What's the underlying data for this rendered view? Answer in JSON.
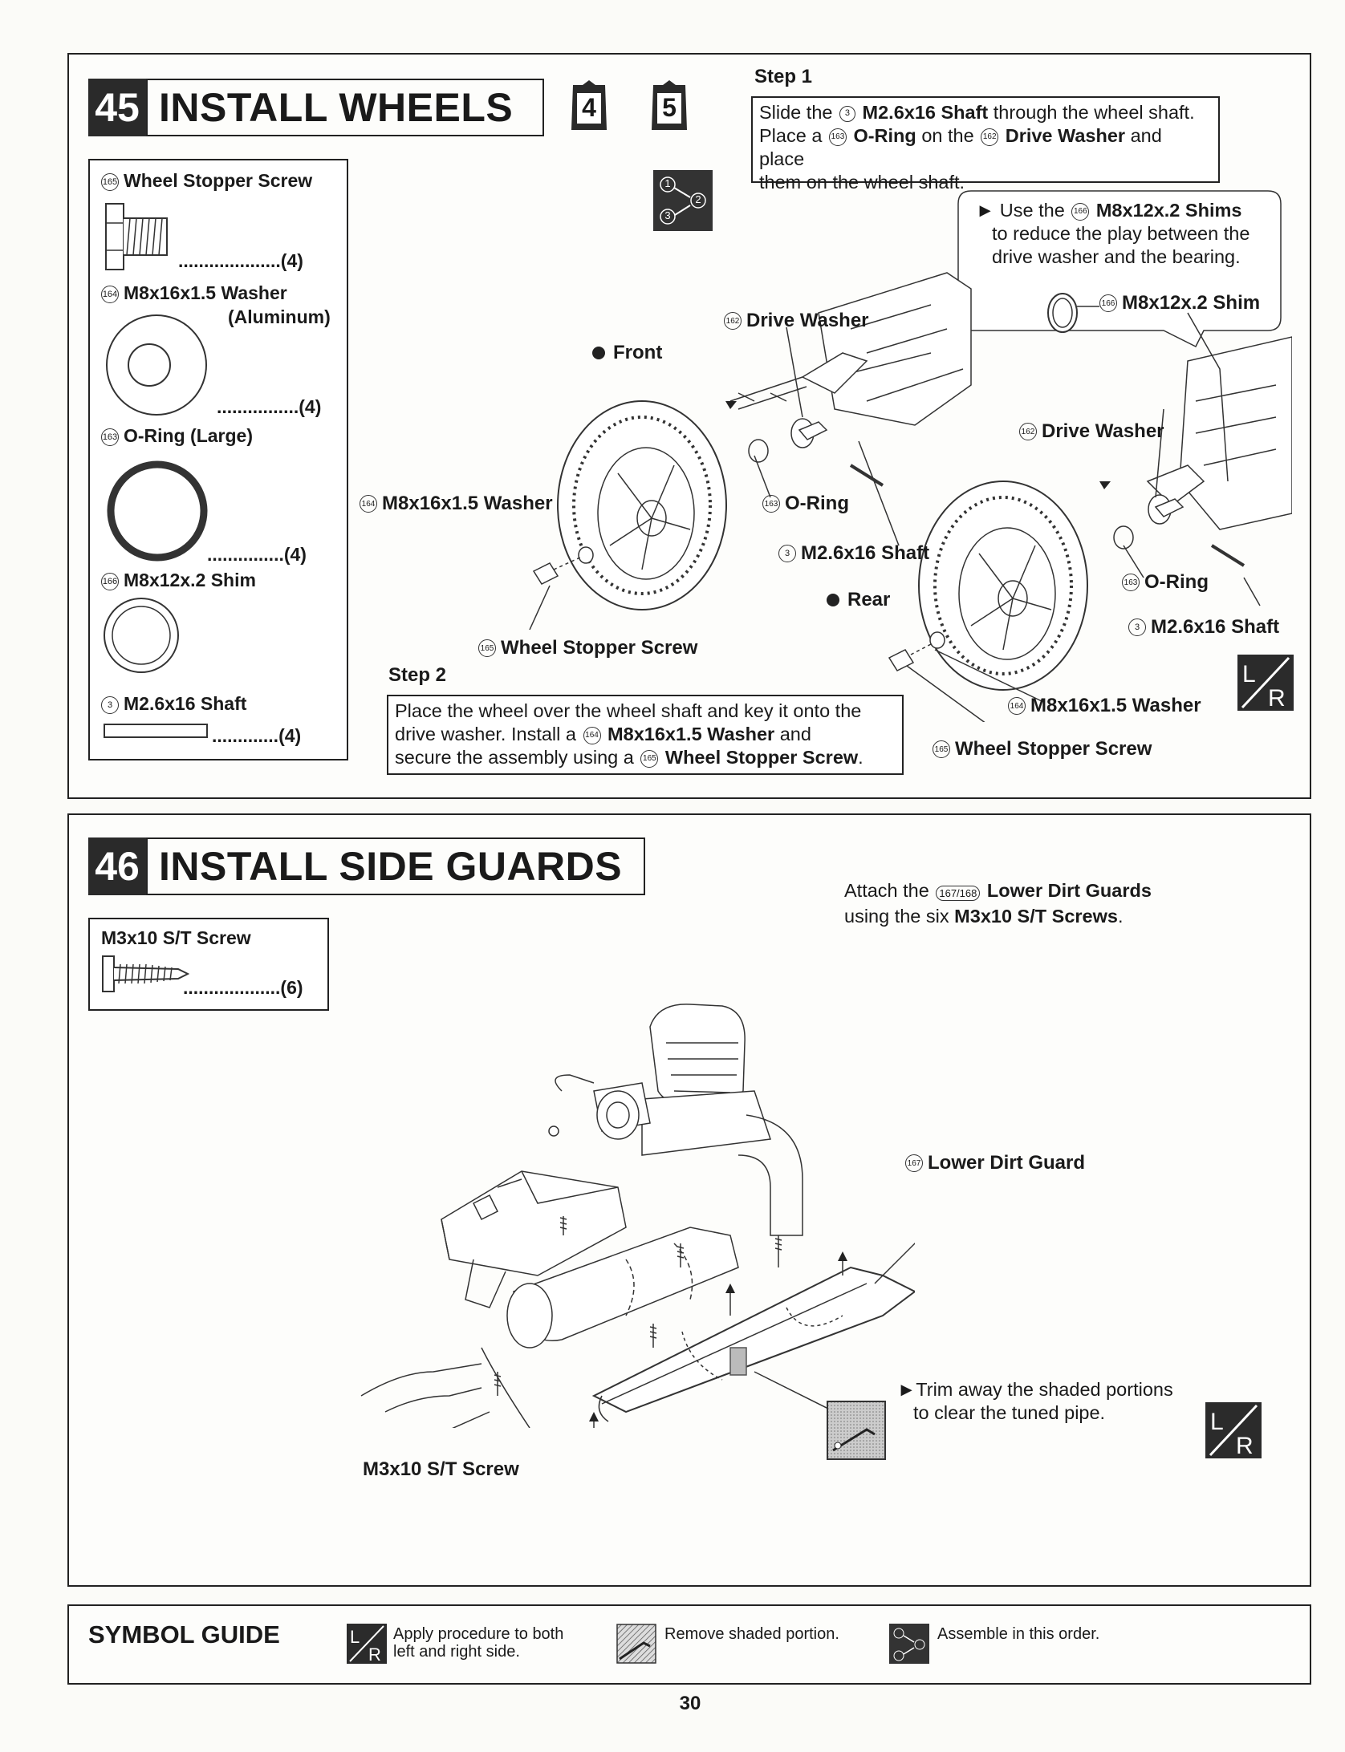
{
  "step45": {
    "number": "45",
    "title": "INSTALL WHEELS",
    "bag_a": "4",
    "bag_b": "5",
    "parts": [
      {
        "id": "165",
        "name": "Wheel Stopper Screw",
        "qty": "....................(4)"
      },
      {
        "id": "164",
        "name": "M8x16x1.5 Washer",
        "name2": "(Aluminum)",
        "qty": "................(4)"
      },
      {
        "id": "163",
        "name": "O-Ring (Large)",
        "qty": "...............(4)"
      },
      {
        "id": "166",
        "name": "M8x12x.2 Shim"
      },
      {
        "id": "3",
        "name": "M2.6x16 Shaft",
        "qty": ".............(4)"
      }
    ],
    "seq_icon": [
      "1",
      "2",
      "3"
    ],
    "step1_title": "Step 1",
    "step1_lines": {
      "a": "Slide the",
      "a_id": "3",
      "a_bold": "M2.6x16 Shaft",
      "a_rest": "through the wheel shaft.",
      "b": "Place a",
      "b_id": "163",
      "b_bold": "O-Ring",
      "b_mid": "on the",
      "b_id2": "162",
      "b_bold2": "Drive Washer",
      "b_rest": "and place",
      "c": "them on the wheel shaft."
    },
    "note": {
      "a": "Use the",
      "a_id": "166",
      "a_bold": "M8x12x.2 Shims",
      "b": "to reduce the play between the",
      "c": "drive washer and the bearing.",
      "shim_id": "166",
      "shim_label": "M8x12x.2 Shim"
    },
    "labels": {
      "front": "Front",
      "rear": "Rear",
      "drive_washer_id": "162",
      "drive_washer": "Drive Washer",
      "oring_id": "163",
      "oring": "O-Ring",
      "shaft_id": "3",
      "shaft": "M2.6x16 Shaft",
      "washer_id": "164",
      "washer": "M8x16x1.5 Washer",
      "screw_id": "165",
      "screw": "Wheel Stopper Screw"
    },
    "step2_title": "Step 2",
    "step2_lines": {
      "a": "Place the wheel over the wheel shaft and key it onto the",
      "b": "drive washer. Install a",
      "b_id": "164",
      "b_bold": "M8x16x1.5 Washer",
      "b_rest": "and",
      "c": "secure the assembly using a",
      "c_id": "165",
      "c_bold": "Wheel Stopper Screw",
      "c_rest": "."
    }
  },
  "step46": {
    "number": "46",
    "title": "INSTALL SIDE GUARDS",
    "part_name": "M3x10 S/T Screw",
    "part_qty": "...................(6)",
    "instr": {
      "a": "Attach the",
      "ids": "167/168",
      "a_bold": "Lower Dirt Guards",
      "b": "using the six",
      "b_bold": "M3x10 S/T Screws",
      "b_rest": "."
    },
    "guard_id": "167",
    "guard_label": "Lower Dirt Guard",
    "screw_label": "M3x10 S/T Screw",
    "trim_a": "Trim away the shaded portions",
    "trim_b": "to clear the tuned pipe."
  },
  "symbol_guide": {
    "title": "SYMBOL GUIDE",
    "lr_a": "Apply procedure to both",
    "lr_b": "left and right side.",
    "remove": "Remove shaded portion.",
    "order": "Assemble in this order."
  },
  "page_number": "30"
}
